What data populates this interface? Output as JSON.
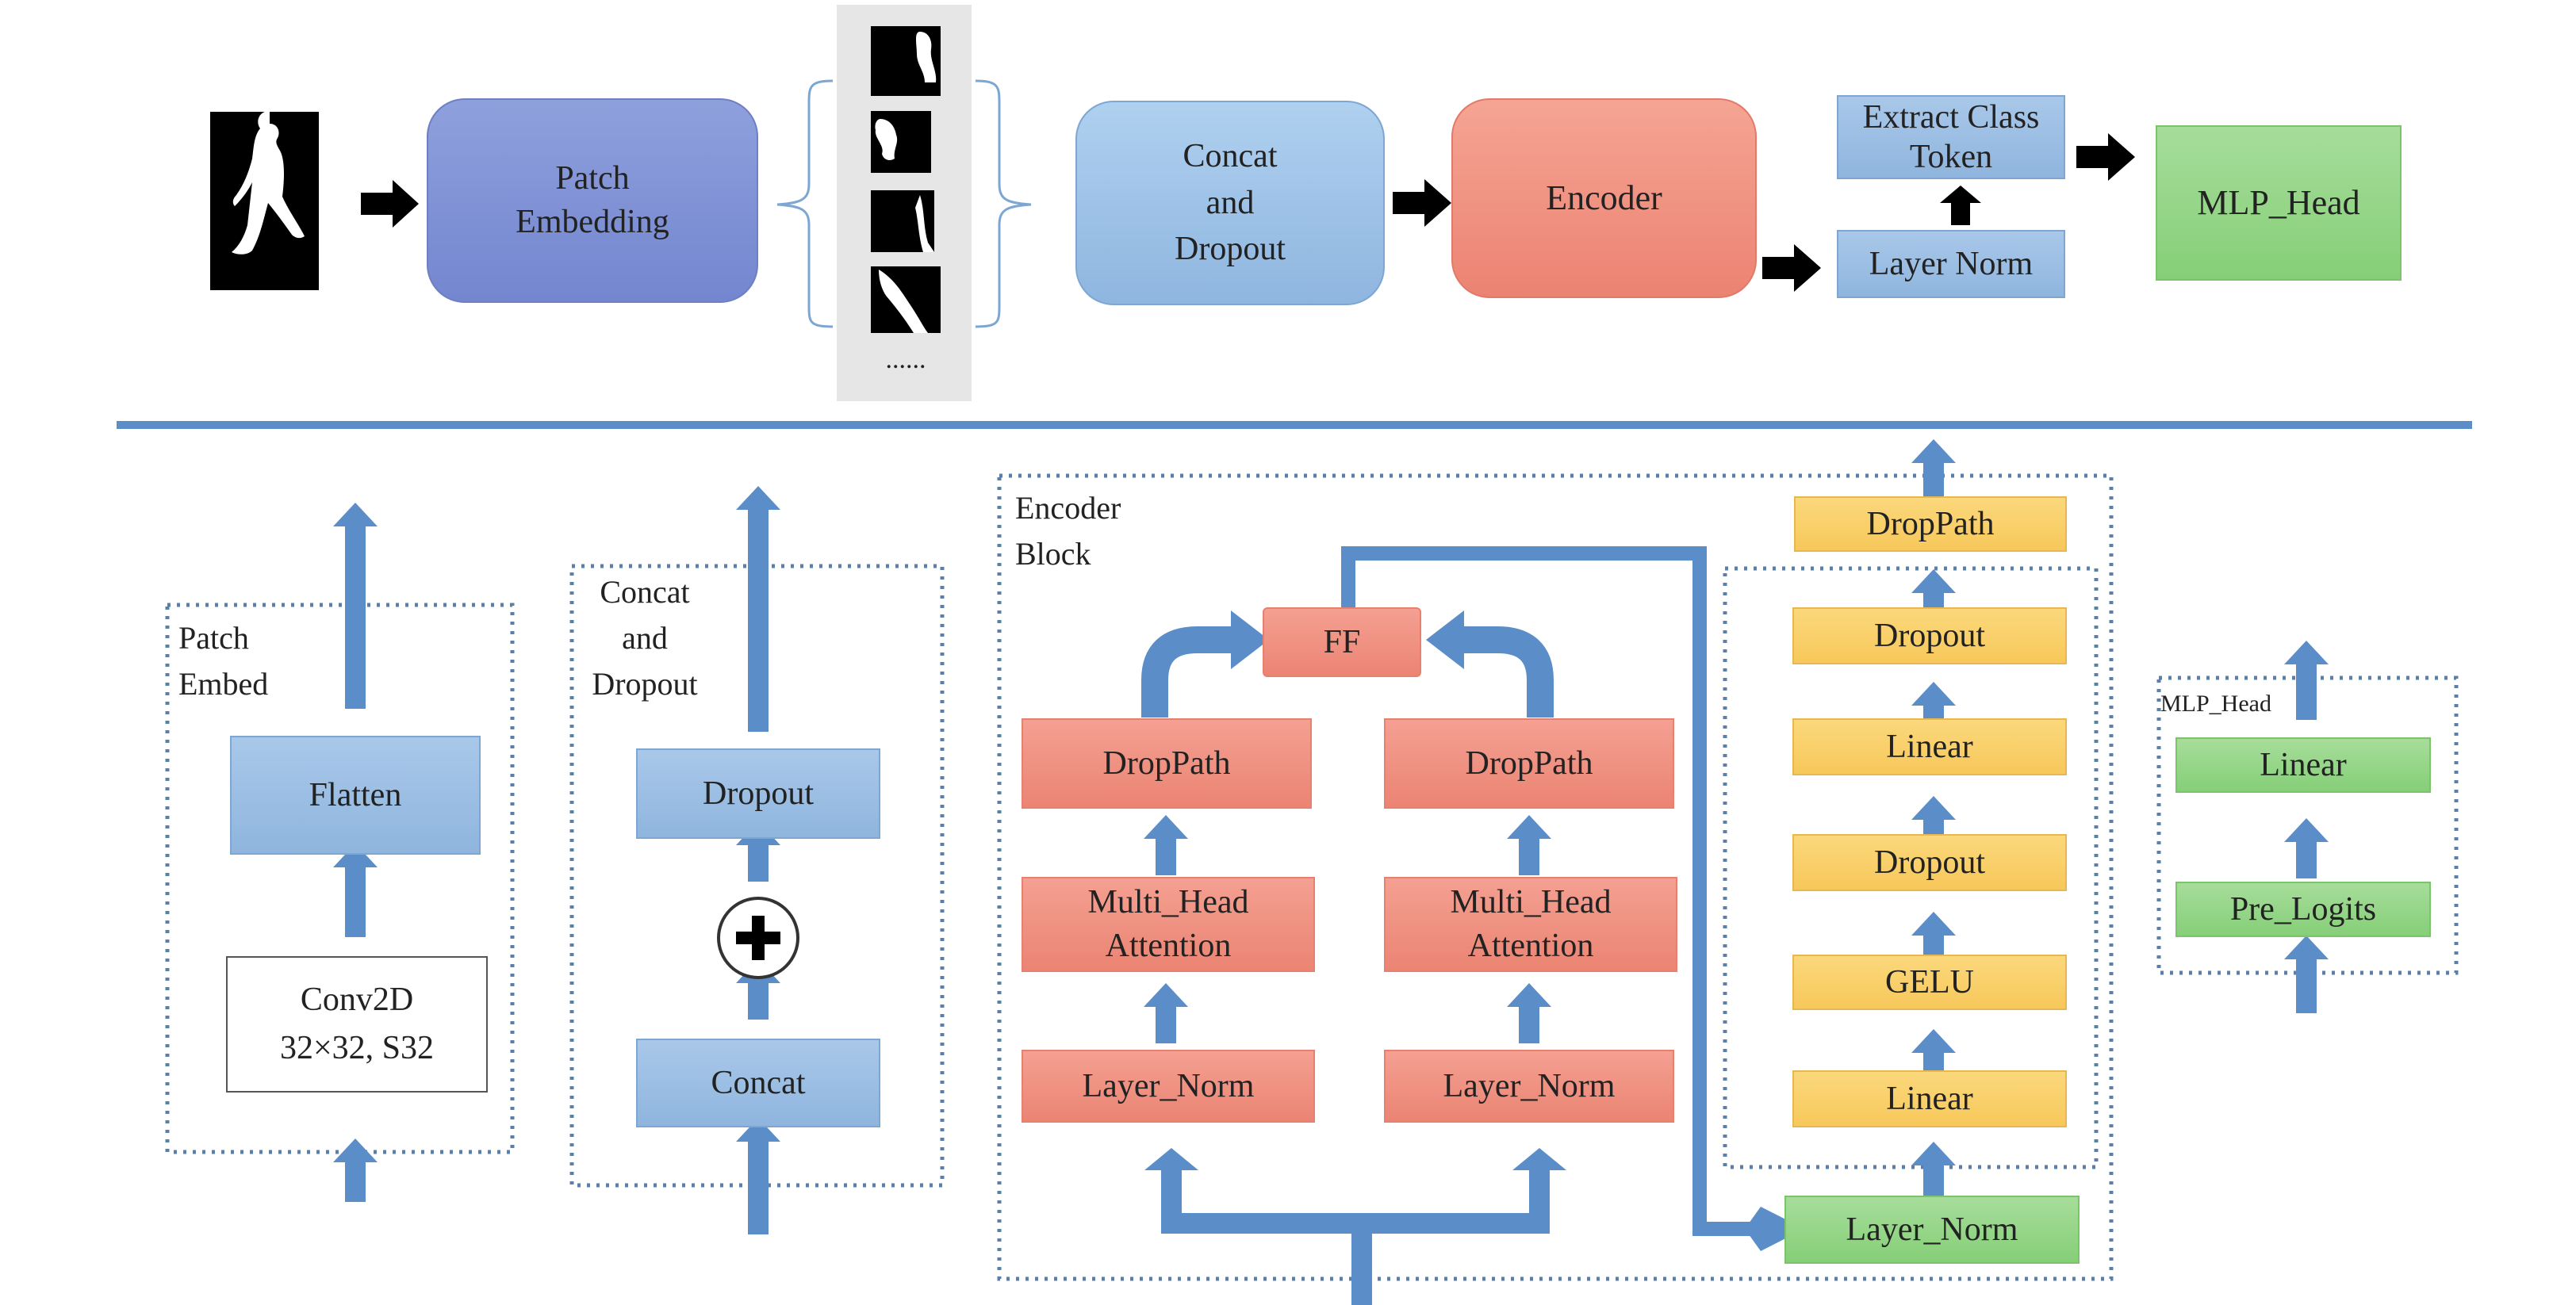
{
  "top": {
    "patch_embedding": "Patch\nEmbedding",
    "ellipsis": "......",
    "concat_dropout": "Concat\nand\nDropout",
    "encoder": "Encoder",
    "extract_class_token": "Extract Class\nToken",
    "layer_norm": "Layer Norm",
    "mlp_head": "MLP_Head"
  },
  "patch_embed": {
    "title": "Patch\nEmbed",
    "flatten": "Flatten",
    "conv2d": "Conv2D\n32×32, S32"
  },
  "concat_dropout_block": {
    "title": "Concat\nand\nDropout",
    "dropout": "Dropout",
    "concat": "Concat"
  },
  "encoder_block": {
    "title": "Encoder\nBlock",
    "ff": "FF",
    "left": {
      "droppath": "DropPath",
      "mha": "Multi_Head\nAttention",
      "layer_norm": "Layer_Norm"
    },
    "right": {
      "droppath": "DropPath",
      "mha": "Multi_Head\nAttention",
      "layer_norm": "Layer_Norm"
    },
    "mlp": {
      "droppath": "DropPath",
      "dropout_top": "Dropout",
      "linear_top": "Linear",
      "dropout_mid": "Dropout",
      "gelu": "GELU",
      "linear_bottom": "Linear"
    },
    "layer_norm_green": "Layer_Norm"
  },
  "mlp_head_block": {
    "title": "MLP_Head",
    "linear": "Linear",
    "pre_logits": "Pre_Logits"
  },
  "colors": {
    "arrow_blue": "#5b8ec9",
    "divider": "#5b8ec9",
    "dotted_border": "#5b7fa8"
  }
}
